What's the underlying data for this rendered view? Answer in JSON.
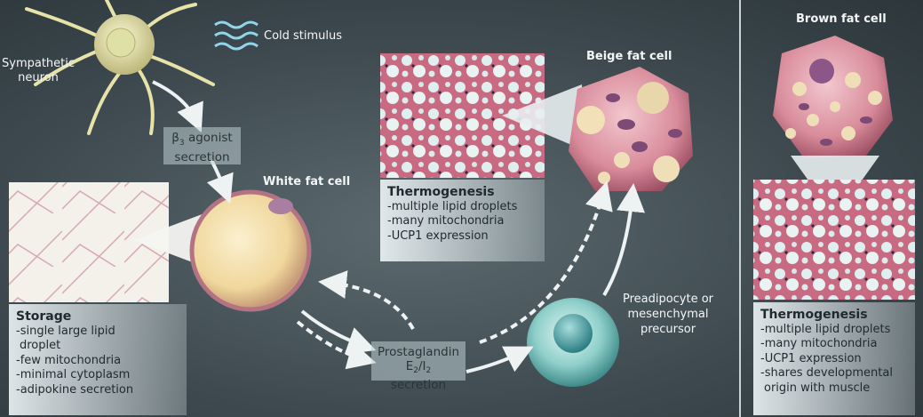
{
  "labels": {
    "sympathetic_neuron": [
      "Sympathetic",
      "neuron"
    ],
    "cold_stimulus": "Cold stimulus",
    "beta_agonist": {
      "beta": "β",
      "sub": "3",
      "rest": " agonist",
      "line2": "secretion"
    },
    "white_fat_cell": "White fat cell",
    "beige_fat_cell": "Beige fat cell",
    "brown_fat_cell": "Brown fat cell",
    "preadipocyte": [
      "Preadipocyte or",
      "mesenchymal",
      "precursor"
    ],
    "prostaglandin": {
      "line1": "Prostaglandin",
      "e": "E",
      "e_sub": "2",
      "slash": "/I",
      "i_sub": "2",
      "rest": " secretion"
    }
  },
  "panels": {
    "storage": {
      "title": "Storage",
      "items": [
        "-single large lipid",
        " droplet",
        "-few mitochondria",
        "-minimal cytoplasm",
        "-adipokine secretion"
      ]
    },
    "beige": {
      "title": "Thermogenesis",
      "items": [
        "-multiple lipid droplets",
        "-many mitochondria",
        "-UCP1 expression"
      ]
    },
    "brown": {
      "title": "Thermogenesis",
      "items": [
        "-multiple lipid droplets",
        "-many mitochondria",
        "-UCP1 expression",
        "-shares developmental",
        " origin with muscle"
      ]
    }
  },
  "colors": {
    "background": "#3f4b51",
    "white_cell": "#f1d9a0",
    "beige_cell": "#d9909e",
    "precursor": "#7fc4c0",
    "neuron": "#e6e2a8"
  }
}
